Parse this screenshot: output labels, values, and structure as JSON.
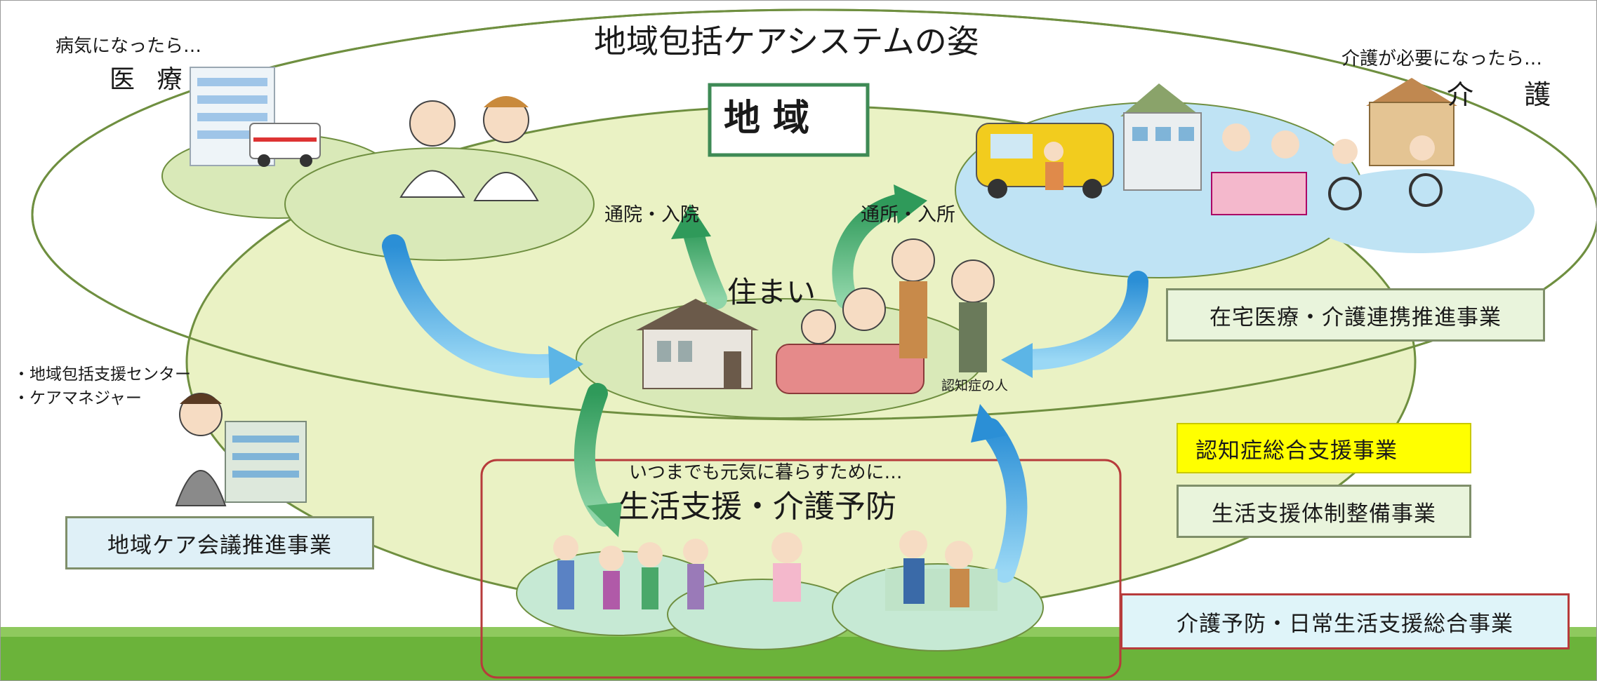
{
  "title": "地域包括ケアシステムの姿",
  "region_label": "地域",
  "medical": {
    "caption": "病気になったら…",
    "label": "医 療"
  },
  "care": {
    "caption": "介護が必要になったら…",
    "label": "介 護"
  },
  "home": {
    "label": "住まい",
    "dementia_label": "認知症の人"
  },
  "arrows": {
    "to_hospital": "通院・入院",
    "to_facility": "通所・入所"
  },
  "support": {
    "caption": "いつまでも元気に暮らすために…",
    "label": "生活支援・介護予防"
  },
  "center": {
    "line1": "・地域包括支援センター",
    "line2": "・ケアマネジャー"
  },
  "projects": {
    "home_medical": "在宅医療・介護連携推進事業",
    "dementia": "認知症総合支援事業",
    "life_support": "生活支援体制整備事業",
    "community_care": "地域ケア会議推進事業",
    "prevention": "介護予防・日常生活支援総合事業"
  },
  "colors": {
    "region_fill": "#eaf2c4",
    "medical_fill": "#d9e9b8",
    "care_fill": "#bfe3f4",
    "ground": "#6bb33a",
    "arrow_green": "#4fae6f",
    "arrow_blue": "#5cb5e6",
    "frame_red": "#b73b3b"
  },
  "icons": [
    "hospital-icon",
    "ambulance-icon",
    "doctor-nurse-icon",
    "van-icon",
    "nursing-home-icon",
    "bath-care-icon",
    "wheelchair-icon",
    "house-icon",
    "family-icon",
    "care-manager-icon",
    "office-building-icon",
    "seniors-exercise-icon",
    "helper-icon"
  ]
}
